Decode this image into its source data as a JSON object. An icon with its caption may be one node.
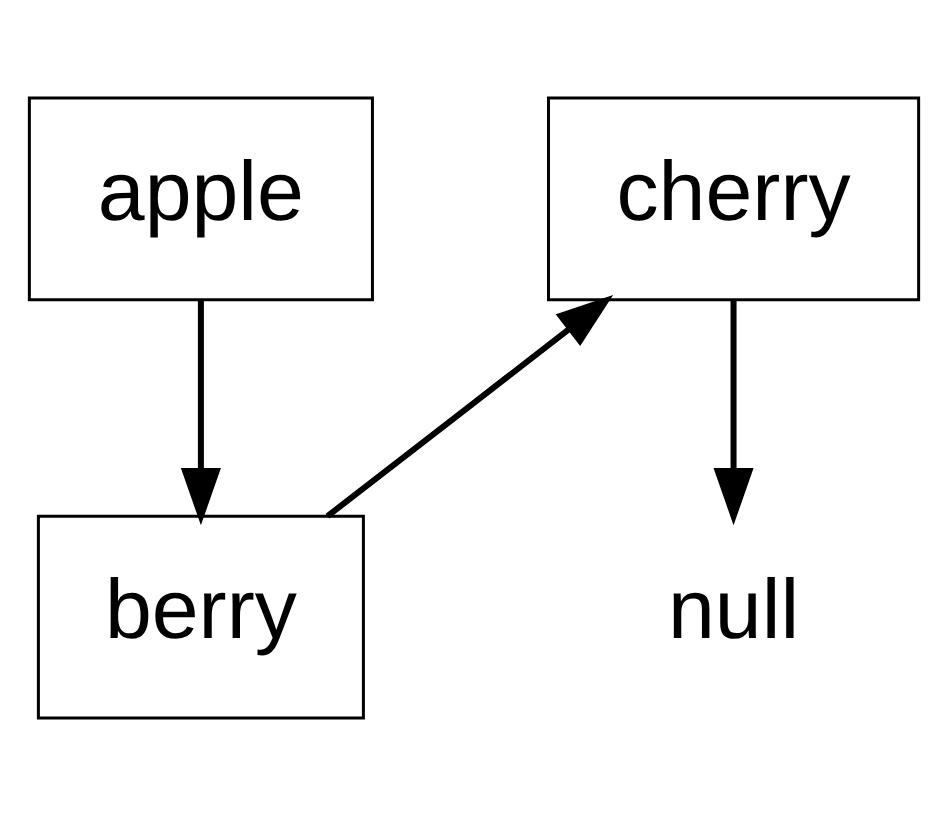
{
  "diagram": {
    "nodes": [
      {
        "text": [
          "apple"
        ]
      },
      {
        "text": [
          "cherry"
        ]
      },
      {
        "text": [
          "berry"
        ]
      },
      {
        "text": [
          "null"
        ]
      }
    ],
    "edges": [
      {
        "from": 0,
        "to": 2,
        "arrow": "to"
      },
      {
        "from": 2,
        "to": 1,
        "arrow": "to"
      },
      {
        "from": 1,
        "to": 3,
        "arrow": "to"
      }
    ]
  }
}
